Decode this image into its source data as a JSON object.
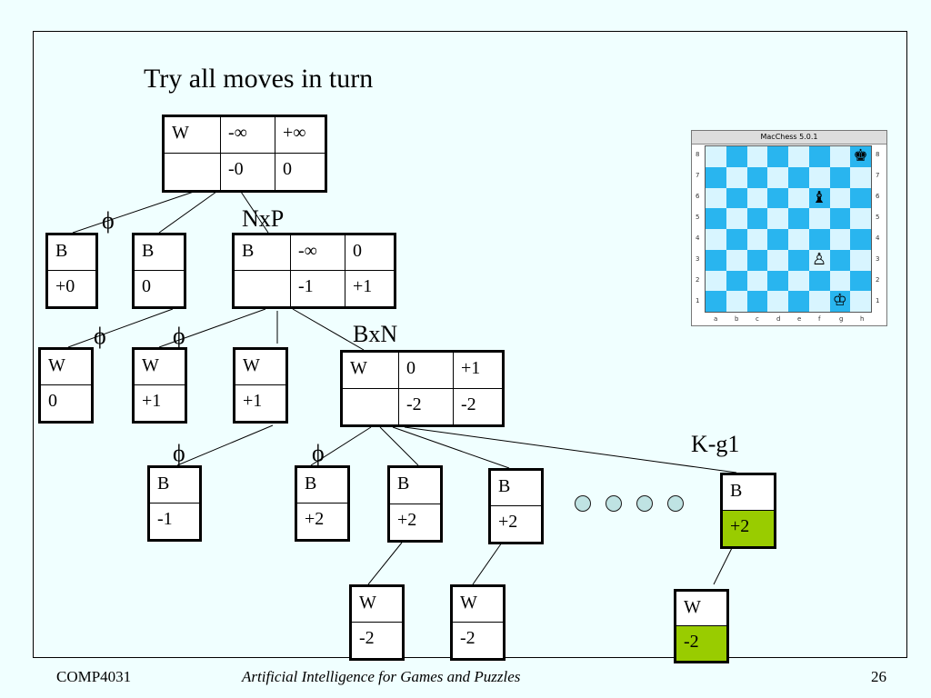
{
  "title": "Try all moves in turn",
  "labels": {
    "nxp": "NxP",
    "bxn": "BxN",
    "kg1": "K-g1",
    "phi": "ϕ"
  },
  "nodes": {
    "root": {
      "c": [
        "W",
        "-∞",
        "+∞",
        "",
        "-0",
        "0"
      ]
    },
    "b1": {
      "c": [
        "B",
        "+0"
      ]
    },
    "b2": {
      "c": [
        "B",
        "0"
      ]
    },
    "b3": {
      "c": [
        "B",
        "-∞",
        "0",
        "",
        "-1",
        "+1"
      ]
    },
    "w1": {
      "c": [
        "W",
        "0"
      ]
    },
    "w2": {
      "c": [
        "W",
        "+1"
      ]
    },
    "w3": {
      "c": [
        "W",
        "+1"
      ]
    },
    "w4": {
      "c": [
        "W",
        "0",
        "+1",
        "",
        "-2",
        "-2"
      ]
    },
    "bb1": {
      "c": [
        "B",
        "-1"
      ]
    },
    "bb2": {
      "c": [
        "B",
        "+2"
      ]
    },
    "bb3": {
      "c": [
        "B",
        "+2"
      ]
    },
    "bb4": {
      "c": [
        "B",
        "+2"
      ]
    },
    "bb5": {
      "c": [
        "B",
        "+2"
      ]
    },
    "ww1": {
      "c": [
        "W",
        "-2"
      ]
    },
    "ww2": {
      "c": [
        "W",
        "-2"
      ]
    },
    "ww3": {
      "c": [
        "W",
        "-2"
      ]
    }
  },
  "highlight_color": "#99cc00",
  "chess": {
    "window_title": "MacChess 5.0.1",
    "files": [
      "a",
      "b",
      "c",
      "d",
      "e",
      "f",
      "g",
      "h"
    ],
    "ranks": [
      "8",
      "7",
      "6",
      "5",
      "4",
      "3",
      "2",
      "1"
    ],
    "pieces": [
      {
        "name": "black-king",
        "glyph": "♚",
        "square": "h8"
      },
      {
        "name": "black-bishop",
        "glyph": "♝",
        "square": "f6"
      },
      {
        "name": "white-pawn",
        "glyph": "♙",
        "square": "f3"
      },
      {
        "name": "white-king",
        "glyph": "♔",
        "square": "g1"
      }
    ]
  },
  "footer": {
    "left": "COMP4031",
    "center": "Artificial Intelligence for Games and Puzzles",
    "right": "26"
  }
}
